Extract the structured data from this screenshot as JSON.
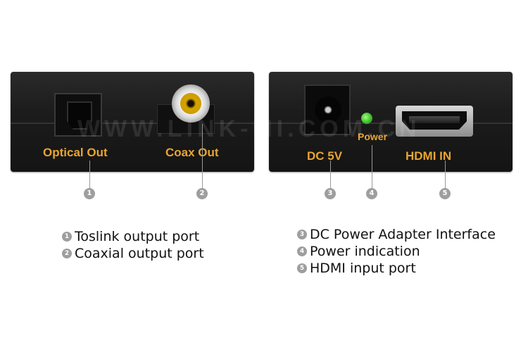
{
  "devices": {
    "left": {
      "ports": [
        {
          "label": "Optical Out",
          "marker": "1"
        },
        {
          "label": "Coax Out",
          "marker": "2"
        }
      ]
    },
    "right": {
      "ports": [
        {
          "label": "DC 5V",
          "marker": "3"
        },
        {
          "label": "Power",
          "marker": "4"
        },
        {
          "label": "HDMI IN",
          "marker": "5"
        }
      ],
      "led_color": "#3fbf2c"
    }
  },
  "watermark": "WWW.LINK-MI.COM.CN",
  "legend": {
    "left": [
      {
        "num": "1",
        "text": "Toslink output port"
      },
      {
        "num": "2",
        "text": "Coaxial output port"
      }
    ],
    "right": [
      {
        "num": "3",
        "text": "DC Power Adapter Interface"
      },
      {
        "num": "4",
        "text": "Power indication"
      },
      {
        "num": "5",
        "text": "HDMI input port"
      }
    ]
  },
  "colors": {
    "label": "#e8a531",
    "marker": "#9e9e9e",
    "device": "#1c1c1c"
  }
}
